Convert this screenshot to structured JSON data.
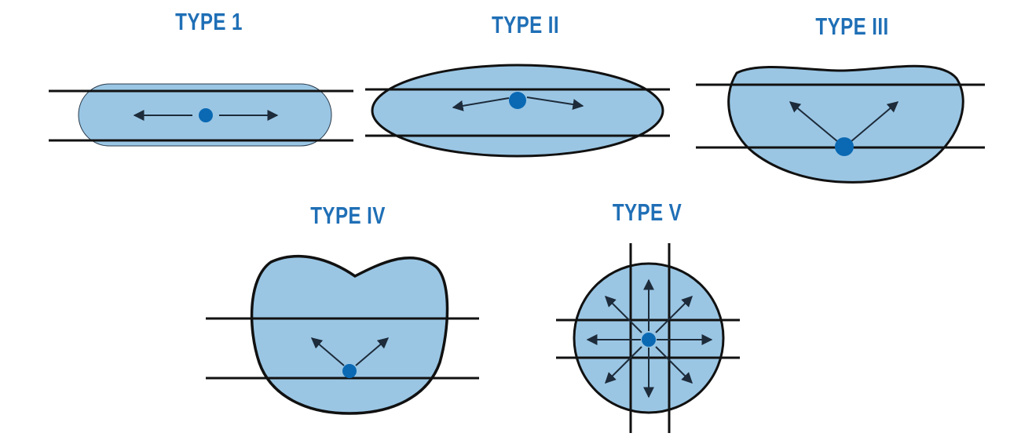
{
  "titles": {
    "type1": "TYPE 1",
    "type2": "TYPE II",
    "type3": "TYPE III",
    "type4": "TYPE IV",
    "type5": "TYPE V"
  },
  "colors": {
    "title": "#1f6fb6",
    "fill": "#9ac6e4",
    "outline": "#111111",
    "dot": "#0b69b3",
    "arrow": "#1d2b3a"
  }
}
